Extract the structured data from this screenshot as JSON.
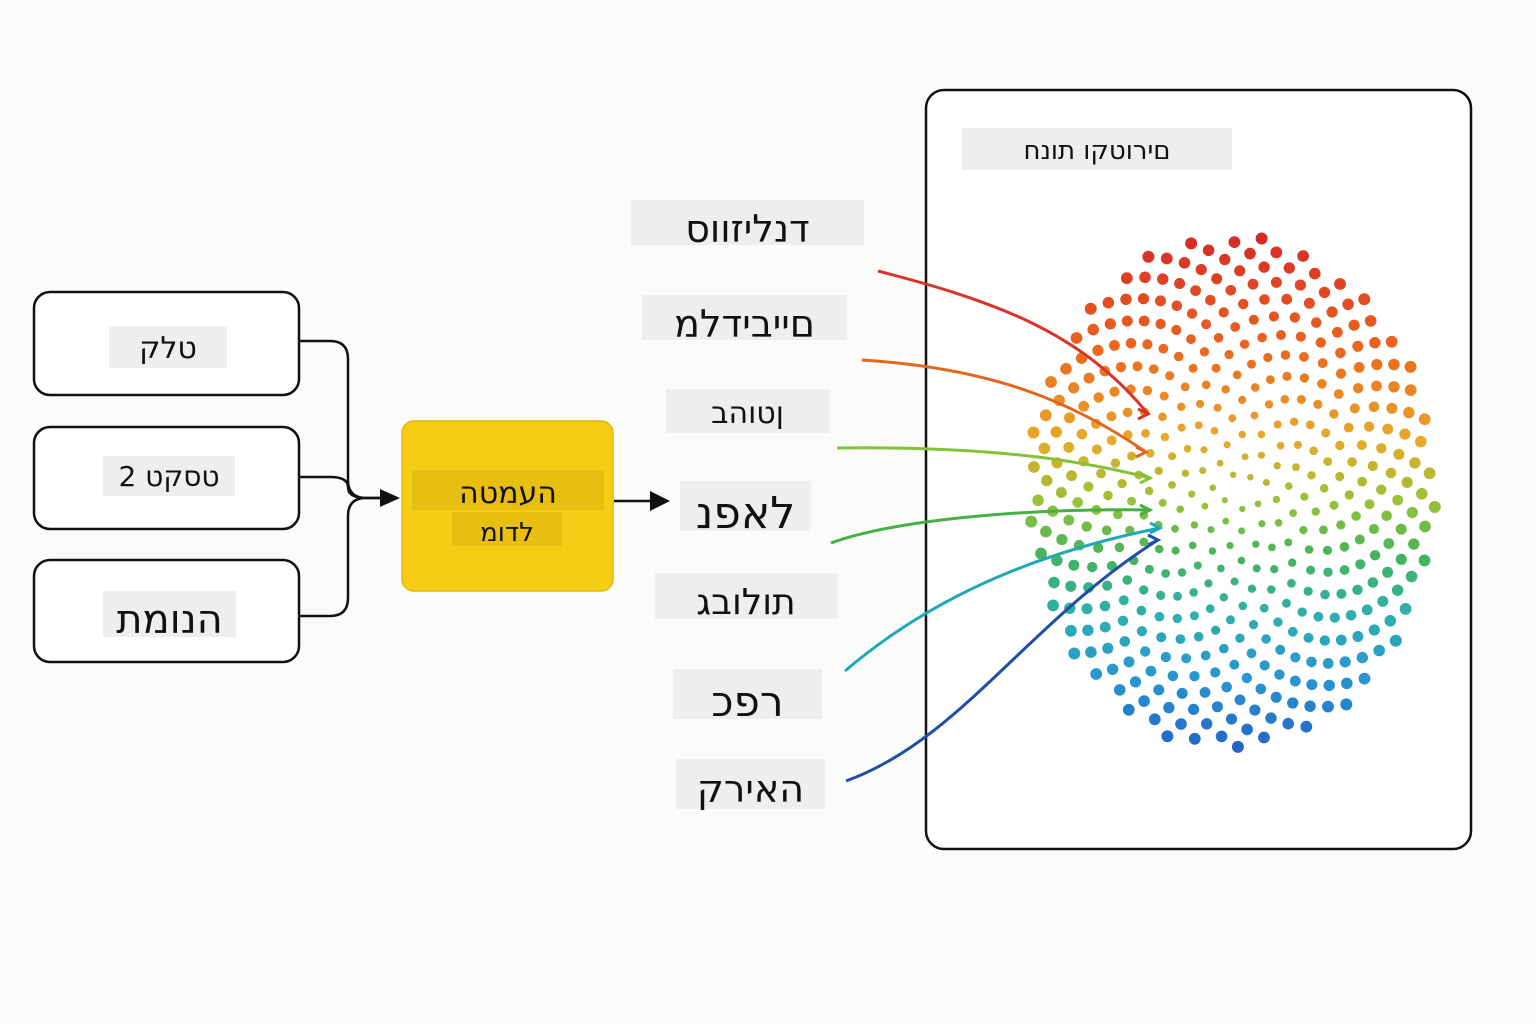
{
  "inputs": [
    {
      "label": "טלק"
    },
    {
      "label": "טסקט 2"
    },
    {
      "label": "הנומת"
    }
  ],
  "model": {
    "line1": "העמטה",
    "line2": "לדומ"
  },
  "space": {
    "title": "םירוטקו תונח"
  },
  "outputs": [
    {
      "label": "דנליזווס",
      "color": "#d9342b"
    },
    {
      "label": "םייבידלמ",
      "color": "#e3661f"
    },
    {
      "label": "ןטוהב",
      "color": "#86c13a"
    },
    {
      "label": "לאפנ",
      "color": "#45b043"
    },
    {
      "label": "תולובג",
      "color": "#2fb39c"
    },
    {
      "label": "רפכ",
      "color": "#1a9ec8"
    },
    {
      "label": "האירק",
      "color": "#1f4fa8"
    }
  ],
  "colors": {
    "model_fill": "#f6cc14",
    "model_label_bg": "#e8bf10",
    "box_stroke": "#111111",
    "label_bg": "#eeeeee"
  }
}
